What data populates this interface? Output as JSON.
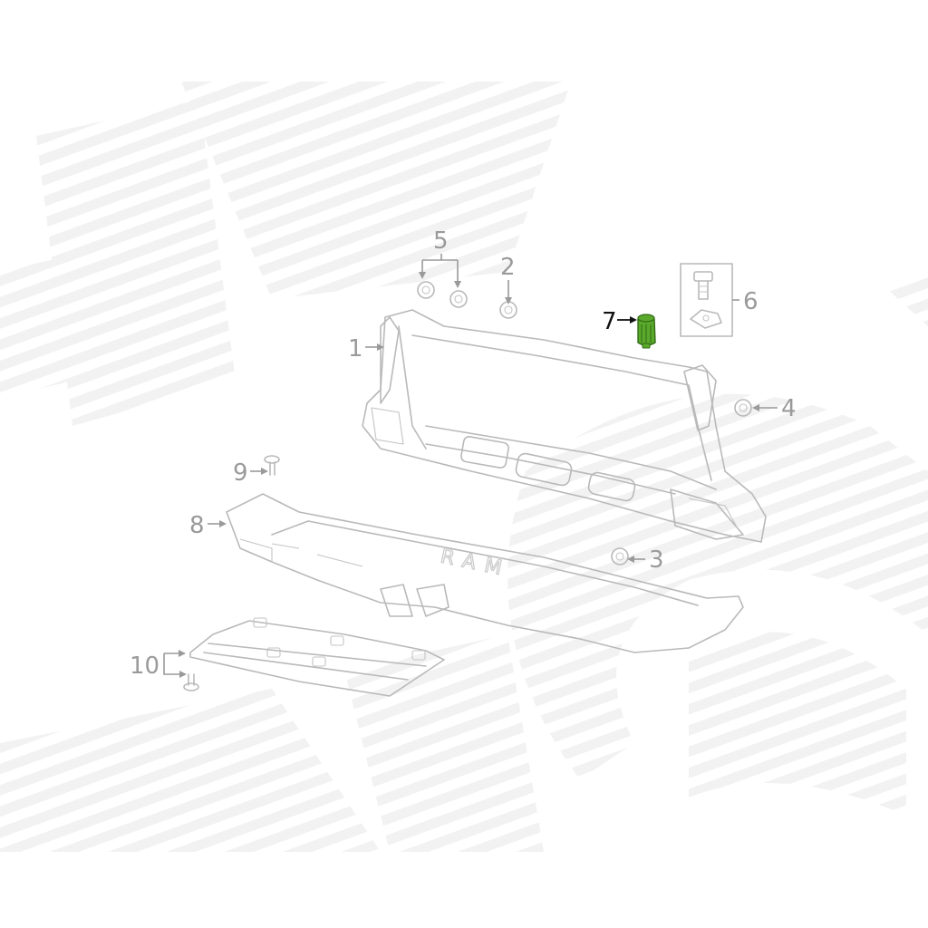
{
  "diagram": {
    "colors": {
      "line": "#b9b9b9",
      "callout_inactive": "#9a9a9a",
      "callout_active": "#111111",
      "highlight_part": "#5aa82c",
      "highlight_outline": "#2f6b12",
      "watermark": "#f0f0f0"
    },
    "callouts": [
      {
        "id": "1",
        "label": "1"
      },
      {
        "id": "2",
        "label": "2"
      },
      {
        "id": "3",
        "label": "3"
      },
      {
        "id": "4",
        "label": "4"
      },
      {
        "id": "5",
        "label": "5"
      },
      {
        "id": "6",
        "label": "6"
      },
      {
        "id": "7",
        "label": "7",
        "highlighted": true
      },
      {
        "id": "8",
        "label": "8"
      },
      {
        "id": "9",
        "label": "9"
      },
      {
        "id": "10",
        "label": "10"
      }
    ],
    "embossed_text": "RAM"
  }
}
